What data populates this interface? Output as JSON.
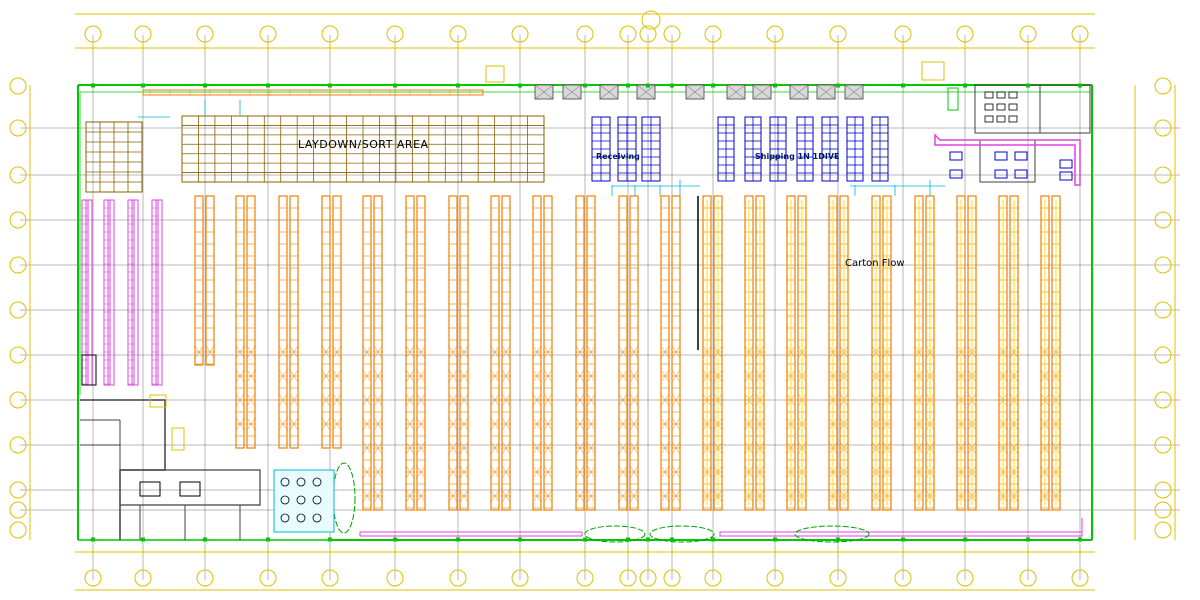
{
  "labels": {
    "laydown": "LAYDOWN/SORT AREA",
    "receiving": "Receiving",
    "shipping": "Shipping 1N 1DIVE",
    "carton_flow": "Carton Flow"
  },
  "colors": {
    "wall": "#00c800",
    "dimension": "#e0c000",
    "rack": "#f08000",
    "grid_sort": "#8b6000",
    "blue_rack": "#0000cc",
    "magenta": "#e040e0",
    "cyan": "#00b8d0",
    "grid_line": "#707070",
    "black": "#000000",
    "room": "#404040"
  }
}
